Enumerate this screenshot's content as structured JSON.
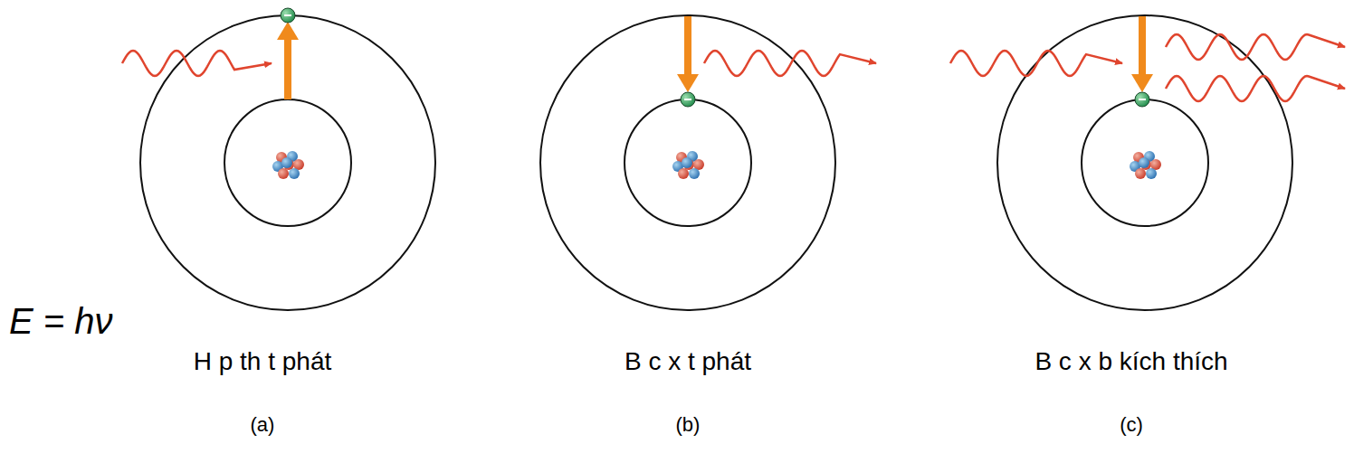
{
  "diagram": {
    "labels": [
      "E = hν",
      "H p th t phát",
      "(a)",
      "B c x t phát",
      "(b)",
      "B c x b kích thích",
      "(c)"
    ]
  }
}
